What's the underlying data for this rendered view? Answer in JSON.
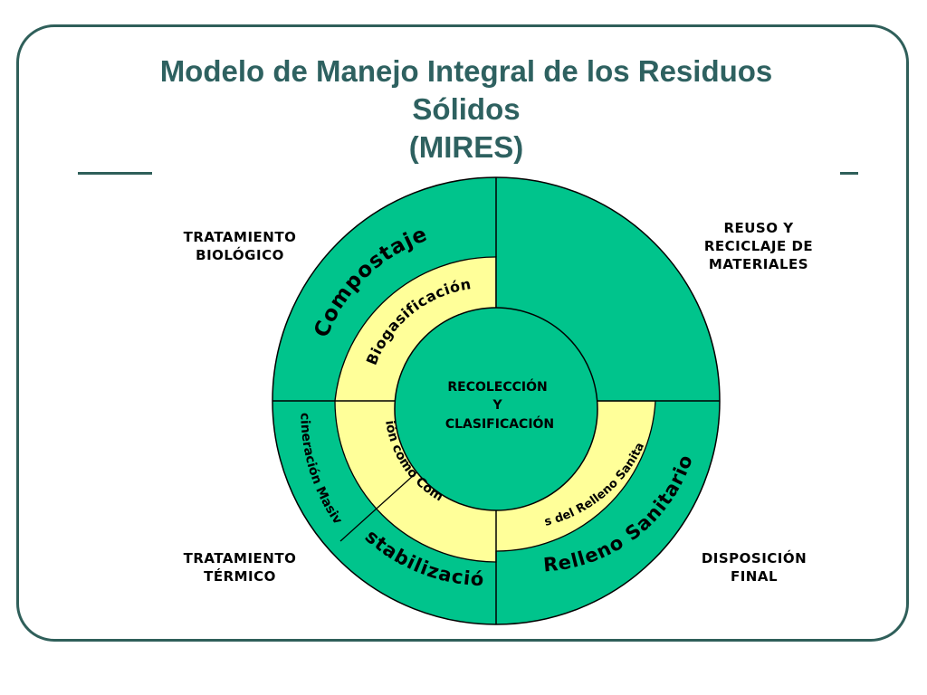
{
  "title": {
    "line1": "Modelo de Manejo Integral de los Residuos",
    "line2": "Sólidos",
    "line3": "(MIRES)"
  },
  "corners": {
    "top_left": [
      "TRATAMIENTO",
      "BIOLÓGICO"
    ],
    "top_right": [
      "REUSO Y",
      "RECICLAJE DE",
      "MATERIALES"
    ],
    "bottom_left": [
      "TRATAMIENTO",
      "TÉRMICO"
    ],
    "bottom_right": [
      "DISPOSICIÓN",
      "FINAL"
    ]
  },
  "center": [
    "RECOLECCIÓN",
    "Y",
    "CLASIFICACIÓN"
  ],
  "outer_ring": {
    "compostaje": "Compostaje",
    "incineracion_masiva": "Incineración Masiva",
    "estabilizacion": "Estabilización",
    "relleno_sanitario": "Relleno Sanitario"
  },
  "inner_ring": {
    "biogasificacion": "Biogasificación",
    "incineracion_combustible": "Incineración como Combustible",
    "gas_relleno": "Gas del Relleno Sanitario"
  },
  "colors": {
    "green": "#00c48c",
    "yellow": "#ffff99",
    "border": "#2f5f5a",
    "title": "#2e6160"
  }
}
